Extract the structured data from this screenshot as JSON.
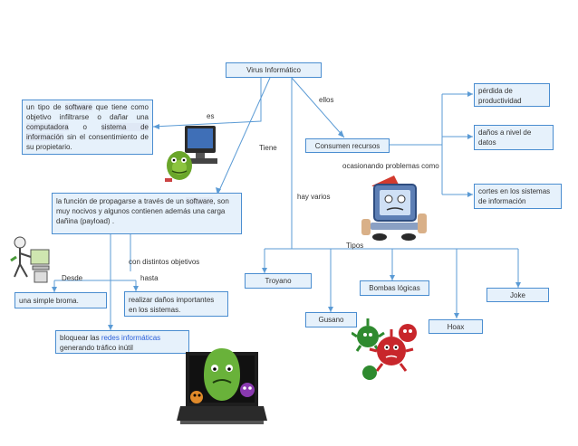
{
  "nodes": {
    "root": "Virus Informático",
    "definition_pre": " un tipo de ",
    "definition_software": "software",
    "definition_mid1": " que tiene como objetivo infiltrarse o dañar una ",
    "definition_computadora": "computadora",
    "definition_mid2": " o ",
    "definition_sistema": "sistema de información",
    "definition_post": " sin el consentimiento de su propietario.",
    "function_pre": "la función de propagarse a través de un ",
    "function_software": "software",
    "function_post": ", son muy nocivos y algunos contienen además una carga dañina (payload) .",
    "consumen": "Consumen recursos",
    "perdida": "pérdida de productividad",
    "danos": "daños a nivel de datos",
    "cortes": "cortes en los sistemas de información",
    "broma": "una simple broma.",
    "realizar": "realizar daños importantes en los sistemas.",
    "bloquear_pre": "bloquear las ",
    "bloquear_link": "redes informáticas",
    "bloquear_post": " generando tráfico inútil",
    "troyano": "Troyano",
    "gusano": "Gusano",
    "bombas": "Bombas lógicas",
    "hoax": "Hoax",
    "joke": "Joke"
  },
  "labels": {
    "es": "es",
    "ellos": "ellos",
    "tiene": "Tiene",
    "ocasionando": "ocasionando problemas como",
    "hay_varios": "hay varios",
    "tipos": "Tipos",
    "con_objetivos": "con distintos objetivos",
    "desde": "Desde",
    "hasta": "hasta"
  },
  "colors": {
    "box_fill": "#e6f1fb",
    "box_border": "#4a8dd0",
    "line": "#5b9bd5"
  }
}
